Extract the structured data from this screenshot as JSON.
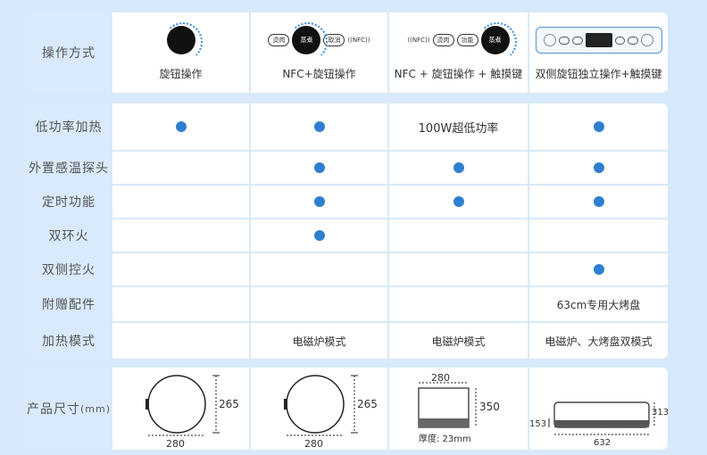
{
  "columns": [
    "",
    "",
    "",
    ""
  ],
  "rows": {
    "operation": {
      "label": "操作方式",
      "cells": [
        "旋钮操作",
        "NFC+旋钮操作",
        "NFC + 旋钮操作 + 触摸键",
        "双侧旋钮独立操作+触摸键"
      ],
      "icons": {
        "col2": [
          "烫肉",
          "蒸煮",
          "取消",
          "NFC"
        ],
        "col3": [
          "NFC",
          "烫肉",
          "功能",
          "蒸煮"
        ]
      }
    },
    "low_power": {
      "label": "低功率加热",
      "col3_text": "100W超低功率"
    },
    "probe": {
      "label": "外置感温探头"
    },
    "timer": {
      "label": "定时功能"
    },
    "double_ring": {
      "label": "双环火"
    },
    "dual_control": {
      "label": "双侧控火"
    },
    "accessory": {
      "label": "附赠配件",
      "col4_text": "63cm专用大烤盘"
    },
    "heat_mode": {
      "label": "加热模式",
      "col2_text": "电磁炉模式",
      "col3_text": "电磁炉模式",
      "col4_text": "电磁炉、大烤盘双模式"
    },
    "size": {
      "label": "产品尺寸",
      "unit": "(mm)",
      "col1": {
        "w": "280",
        "h": "265"
      },
      "col2": {
        "w": "280",
        "h": "265"
      },
      "col3": {
        "w": "280",
        "h": "350",
        "note": "厚度: 23mm"
      },
      "col4": {
        "w": "632",
        "h_left": "153",
        "h_right": "313"
      }
    }
  },
  "dots": {
    "low_power": [
      true,
      true,
      false,
      true
    ],
    "probe": [
      false,
      true,
      true,
      true
    ],
    "timer": [
      false,
      true,
      true,
      true
    ],
    "double_ring": [
      false,
      true,
      false,
      false
    ],
    "dual_control": [
      false,
      false,
      false,
      true
    ]
  },
  "colors": {
    "dot": "#2f7fd0",
    "label_bg": "#d8eafb",
    "page_bg": "#d7e9fa"
  }
}
